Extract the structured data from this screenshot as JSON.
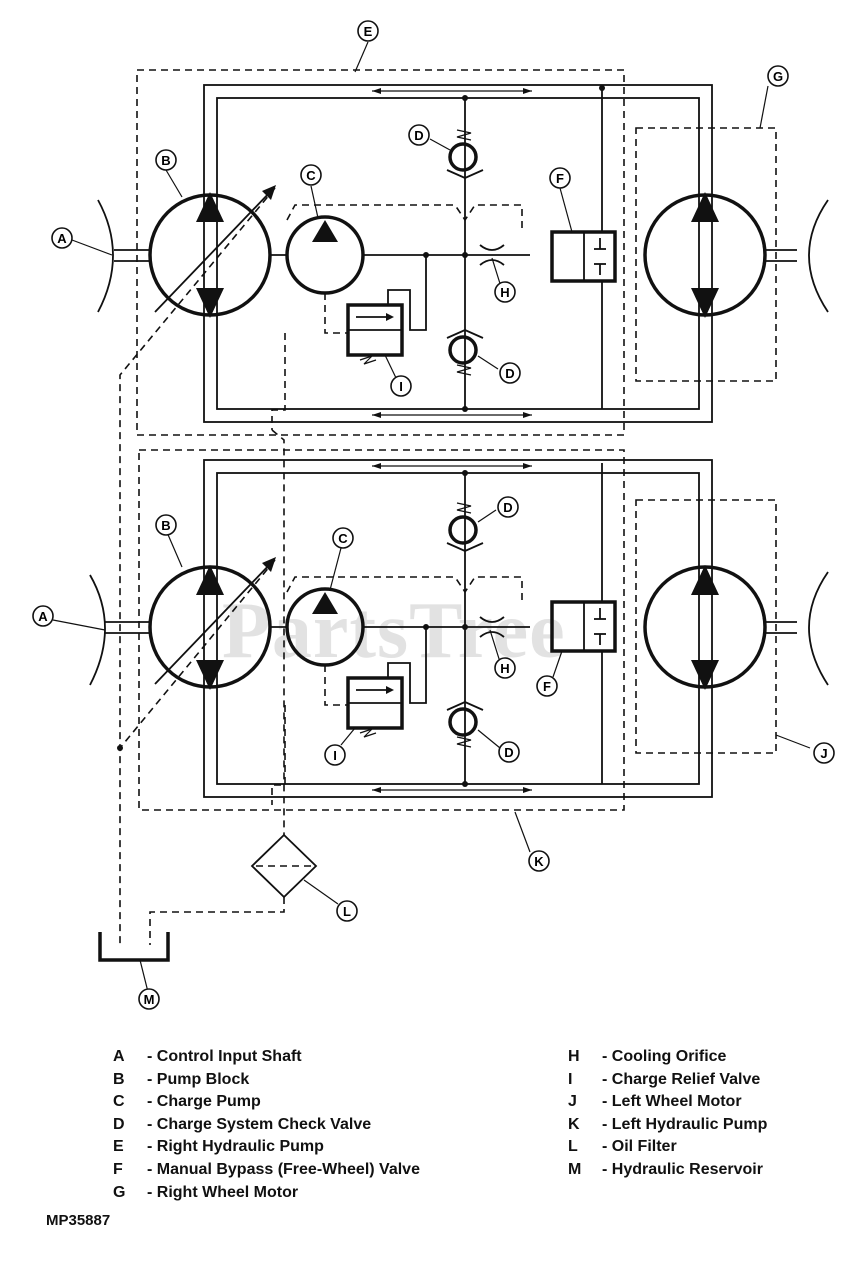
{
  "callouts": {
    "A": "A",
    "B": "B",
    "C": "C",
    "D": "D",
    "E": "E",
    "F": "F",
    "G": "G",
    "H": "H",
    "I": "I",
    "J": "J",
    "K": "K",
    "L": "L",
    "M": "M"
  },
  "legend": {
    "left": [
      {
        "key": "A",
        "text": "- Control Input Shaft"
      },
      {
        "key": "B",
        "text": "- Pump Block"
      },
      {
        "key": "C",
        "text": "- Charge Pump"
      },
      {
        "key": "D",
        "text": "- Charge System Check Valve"
      },
      {
        "key": "E",
        "text": "- Right Hydraulic Pump"
      },
      {
        "key": "F",
        "text": "- Manual Bypass (Free-Wheel) Valve"
      },
      {
        "key": "G",
        "text": "- Right Wheel Motor"
      }
    ],
    "right": [
      {
        "key": "H",
        "text": "- Cooling Orifice"
      },
      {
        "key": "I",
        "text": "- Charge Relief Valve"
      },
      {
        "key": "J",
        "text": "- Left Wheel Motor"
      },
      {
        "key": "K",
        "text": "- Left Hydraulic Pump"
      },
      {
        "key": "L",
        "text": "- Oil Filter"
      },
      {
        "key": "M",
        "text": "- Hydraulic Reservoir"
      }
    ]
  },
  "figure_id": "MP35887",
  "watermark": "PartsTree"
}
